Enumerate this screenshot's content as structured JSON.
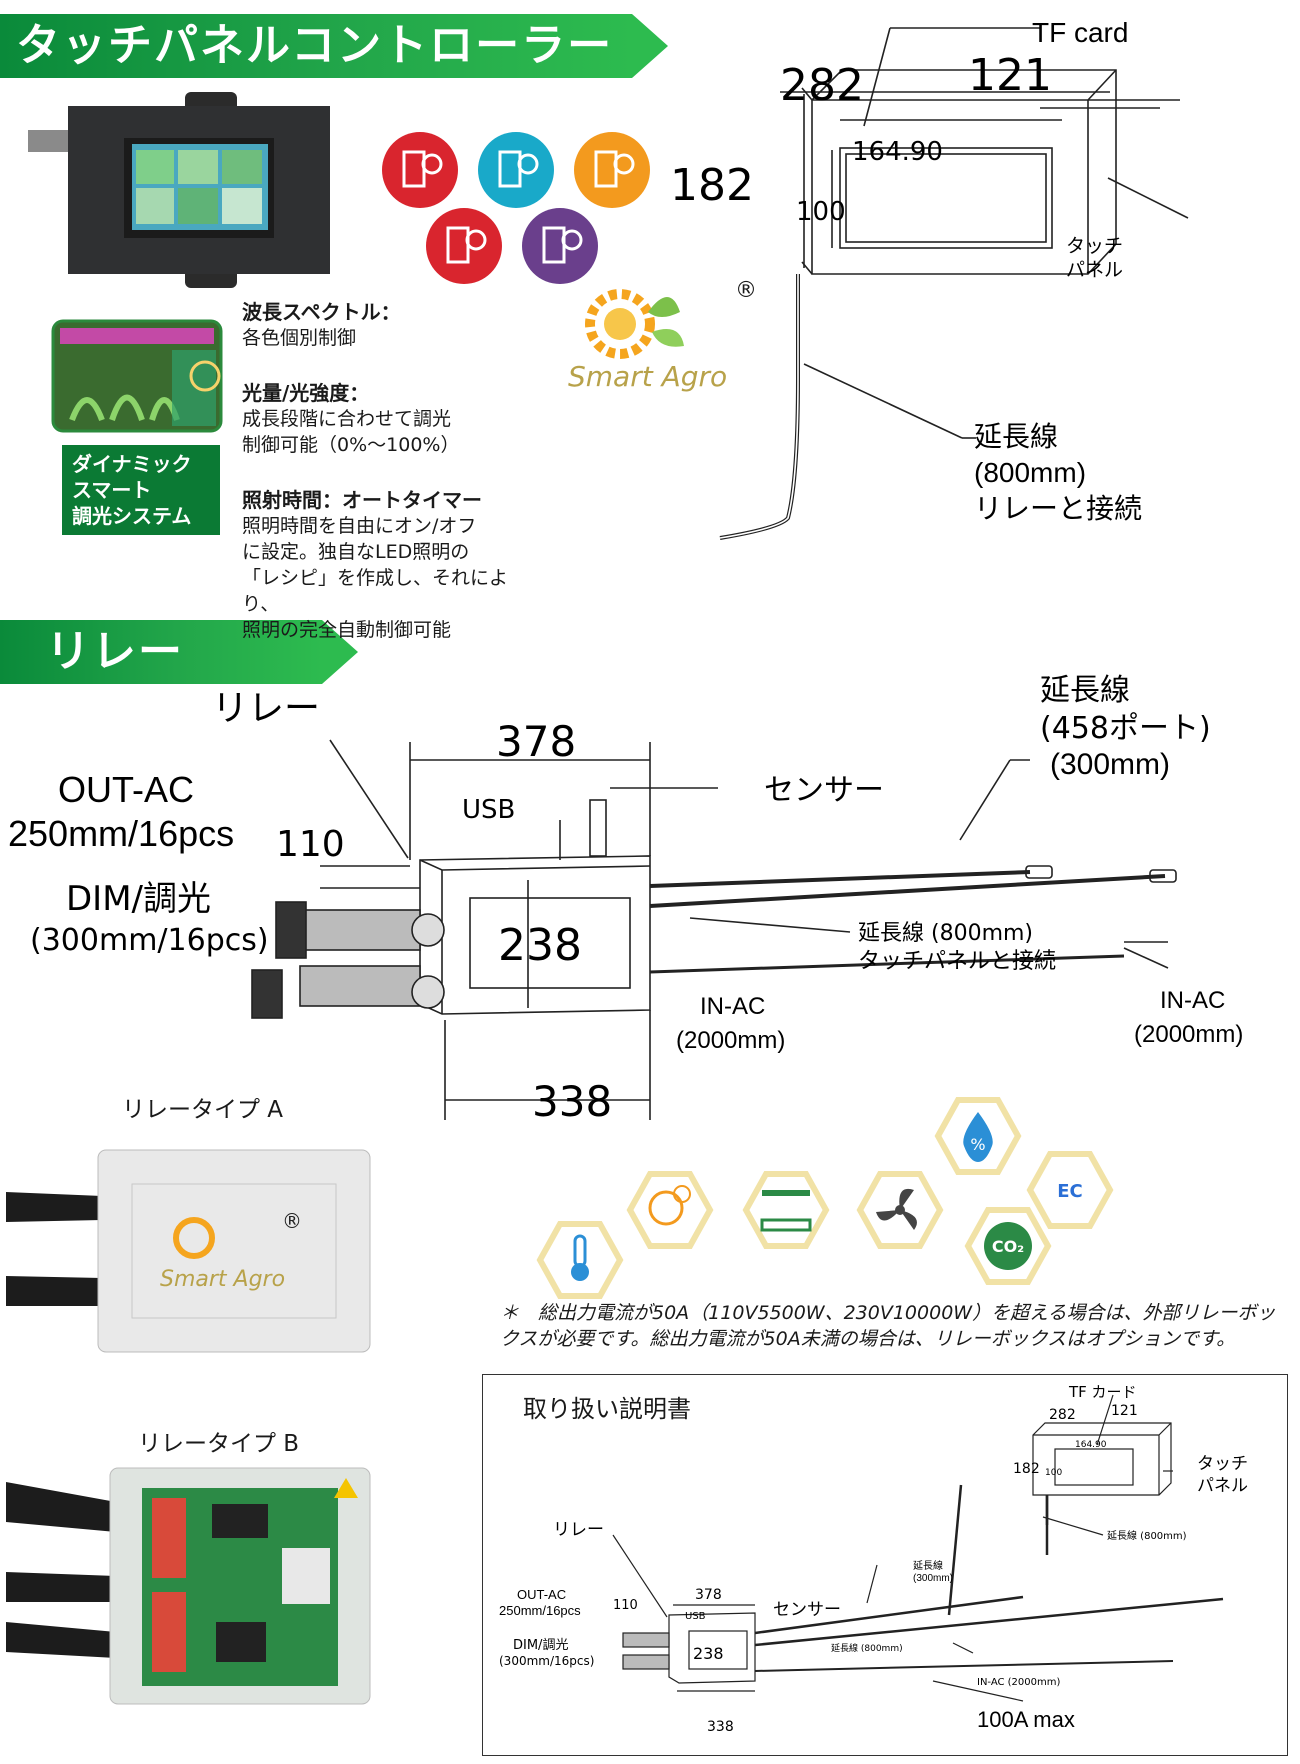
{
  "sections": {
    "touch_panel_title": "タッチパネルコントローラー",
    "relay_title": "リレー"
  },
  "brand": {
    "name_line": "Smart Agro",
    "registered": "®"
  },
  "colors": {
    "green_dark": "#0a8a3a",
    "green_light": "#2dbb4f",
    "icon_red": "#d9252e",
    "icon_cyan": "#19a9c9",
    "icon_orange": "#f39a1e",
    "icon_purple": "#6a3f8c"
  },
  "features": [
    {
      "heading": "波長スペクトル：",
      "lines": [
        "各色個別制御"
      ]
    },
    {
      "heading": "光量/光強度：",
      "lines": [
        "成長段階に合わせて調光",
        "制御可能（0%～100%）"
      ]
    },
    {
      "heading": "照射時間：オートタイマー",
      "lines": [
        "照明時間を自由にオン/オフ",
        "に設定。独自なLED照明の",
        "「レシピ」を作成し、それにより、",
        "照明の完全自動制御可能"
      ]
    }
  ],
  "dynamic_system": [
    "ダイナミック",
    "スマート",
    "調光システム"
  ],
  "touch_panel_drawing": {
    "tf_card": "TF card",
    "dim_width": "282",
    "dim_depth": "121",
    "dim_height": "182",
    "dim_screen_w": "164.90",
    "dim_screen_h": "100",
    "panel_label": [
      "タッチ",
      "パネル"
    ],
    "cable_label": [
      "延長線",
      "(800mm)",
      "リレーと接続"
    ]
  },
  "relay_drawing": {
    "relay_label": "リレー",
    "out_ac": [
      "OUT-AC",
      "250mm/16pcs"
    ],
    "dim": [
      "DIM/調光",
      "(300mm/16pcs)"
    ],
    "dim_110": "110",
    "usb": "USB",
    "dim_378": "378",
    "dim_238": "238",
    "dim_338": "338",
    "sensor": "センサー",
    "ext_cable_port": [
      "延長線",
      "(458ポート)",
      "(300mm)"
    ],
    "ext_cable_touch": [
      "延長線 (800mm)",
      "タッチパネルと接続"
    ],
    "in_ac_1": [
      "IN-AC",
      "(2000mm)"
    ],
    "in_ac_2": [
      "IN-AC",
      "(2000mm)"
    ]
  },
  "relay_types": {
    "a": "リレータイプ A",
    "b": "リレータイプ B"
  },
  "sensor_icons": [
    "thermometer-icon",
    "light-timer-icon",
    "hydroponic-icon",
    "fan-icon",
    "humidity-icon",
    "ec-icon",
    "co2-icon"
  ],
  "sensor_icon_text": {
    "ec": "EC",
    "co2": "CO₂",
    "humidity": "%"
  },
  "note": "＊　総出力電流が50A（110V5500W、230V10000W）を超える場合は、外部リレーボックスが必要です。総出力電流が50A未満の場合は、リレーボックスはオプションです。",
  "manual": {
    "title": "取り扱い説明書",
    "tf": "TF カード",
    "d282": "282",
    "d121": "121",
    "d182": "182",
    "d164": "164.90",
    "d100": "100",
    "panel": [
      "タッチ",
      "パネル"
    ],
    "cable800": "延長線 (800mm)",
    "relay": "リレー",
    "d378": "378",
    "usb": "USB",
    "sensor": "センサー",
    "ext300": [
      "延長線",
      "(300mm)"
    ],
    "out_ac": [
      "OUT-AC",
      "250mm/16pcs"
    ],
    "d110": "110",
    "d238": "238",
    "ext800": "延長線 (800mm)",
    "dim": [
      "DIM/調光",
      "(300mm/16pcs)"
    ],
    "inac": "IN-AC (2000mm)",
    "d338": "338",
    "max": "100A max"
  }
}
